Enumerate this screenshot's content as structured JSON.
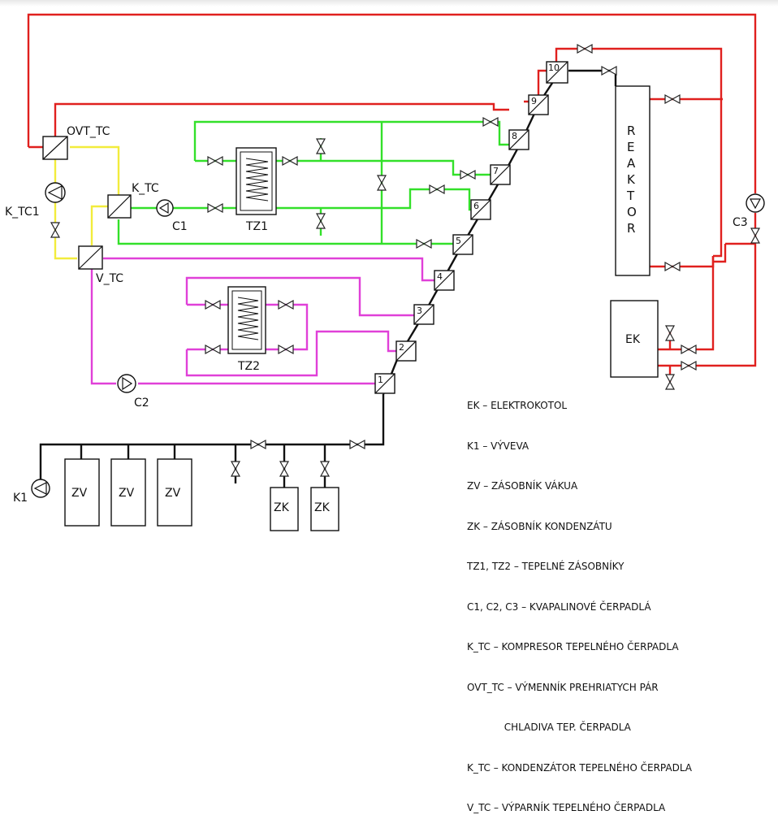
{
  "labels": {
    "ovt_tc": "OVT_TC",
    "k_tc1": "K_TC1",
    "k_tc": "K_TC",
    "v_tc": "V_TC",
    "c1": "C1",
    "c2": "C2",
    "c3": "C3",
    "tz1": "TZ1",
    "tz2": "TZ2",
    "k1": "K1",
    "ek": "EK",
    "zv": "ZV",
    "zk": "ZK",
    "reaktor": [
      "R",
      "E",
      "A",
      "K",
      "T",
      "O",
      "R"
    ]
  },
  "exchangers": [
    "1",
    "2",
    "3",
    "4",
    "5",
    "6",
    "7",
    "8",
    "9",
    "10"
  ],
  "legend": [
    "EK – ELEKTROKOTOL",
    "K1 – VÝVEVA",
    "ZV – ZÁSOBNÍK VÁKUA",
    "ZK – ZÁSOBNÍK KONDENZÁTU",
    "TZ1, TZ2 – TEPELNÉ ZÁSOBNÍKY",
    "C1, C2, C3 – KVAPALINOVÉ ČERPADLÁ",
    "K_TC – KOMPRESOR TEPELNÉHO ČERPADLA",
    "OVT_TC – VÝMENNÍK PREHRIATYCH PÁR",
    "            CHLADIVA TEP. ČERPADLA",
    "K_TC – KONDENZÁTOR TEPELNÉHO ČERPADLA",
    "V_TC – VÝPARNÍK TEPELNÉHO ČERPADLA"
  ],
  "colors": {
    "red": "#e0201e",
    "green": "#33e02a",
    "yellow": "#f2ec3c",
    "magenta": "#e040d8",
    "black": "#111111"
  }
}
